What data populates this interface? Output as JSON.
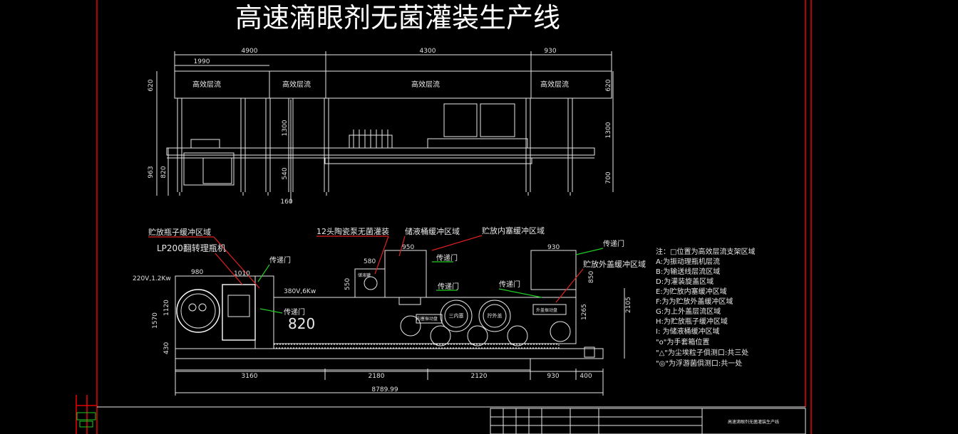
{
  "title": "高速滴眼剂无菌灌装生产线",
  "elevation": {
    "top_dims": [
      "4900",
      "4300",
      "930"
    ],
    "sub_dim": "1990",
    "zones": [
      "高效层流",
      "高效层流",
      "高效层流",
      "高效层流"
    ],
    "left_dims": [
      "620",
      "963",
      "820"
    ],
    "mid_dims": [
      "1300",
      "540",
      "160"
    ],
    "right_dims": [
      "620",
      "1300",
      "700"
    ]
  },
  "plan": {
    "callouts": {
      "bottle_buffer": "贮放瓶子缓冲区域",
      "sorter": "LP200翻转理瓶机",
      "filler": "12头陶瓷泵无菌灌装",
      "tank_buffer": "储液桶缓冲区域",
      "plug_buffer": "贮放内塞缓冲区域",
      "pass_window_1": "传递门",
      "pass_window_2": "传递门",
      "pass_window_3": "传递门",
      "pass_window_4": "传递门",
      "pass_window_5": "传递门",
      "pass_window_6": "传递门",
      "cap_buffer": "贮放外盖缓冲区域"
    },
    "power_left": "220V,1.2Kw",
    "power_main": "380V,6Kw",
    "room_number": "820",
    "dims": {
      "d980": "980",
      "d1010": "1010",
      "d580": "580",
      "d950": "950",
      "d930_top": "930",
      "d550": "550",
      "d850": "850",
      "d1120": "1120",
      "d1570": "1570",
      "d430": "430",
      "d1265": "1265",
      "d2105": "2105",
      "d3160": "3160",
      "d2180": "2180",
      "d2120": "2120",
      "d930_bottom": "930",
      "d400": "400",
      "total": "8789.99"
    },
    "machine_labels": [
      "三内塞",
      "拧外盖",
      "内塞振动盘",
      "外盖振动盘",
      "储液罐"
    ]
  },
  "legend": {
    "heading": "注：□位置为高效层流支架区域",
    "items": [
      "A:为振动理瓶机层流",
      "B:为输送线层流区域",
      "D:为灌装旋盖区域",
      "E:为贮放内塞缓冲区域",
      "F:为为贮放外盖缓冲区域",
      "G:为上外盖层流区域",
      "H:为贮放瓶子缓冲区域",
      "I: 为储液桶缓冲区域",
      "\"o\"为手套箱位置",
      "\"△\"为尘埃粒子俱测口:共三处",
      "\"◎\"为浮游菌俱测口:共一处"
    ]
  },
  "title_block": {
    "name": "高速滴眼剂无菌灌装生产线"
  }
}
